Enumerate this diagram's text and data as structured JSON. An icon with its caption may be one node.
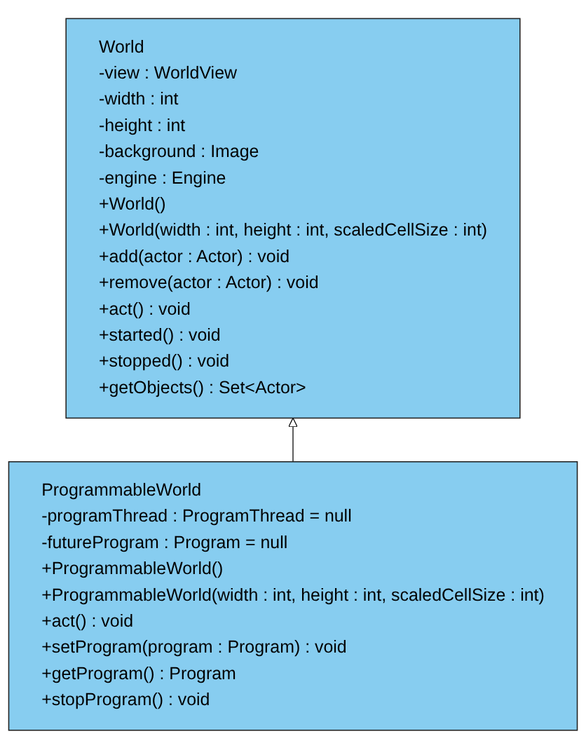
{
  "diagram": {
    "nodes": [
      {
        "text": [
          "World",
          "-view : WorldView",
          "-width : int",
          "-height : int",
          "-background : Image",
          "-engine : Engine",
          "+World()",
          "+World(width : int, height : int, scaledCellSize : int)",
          "+add(actor : Actor) : void",
          "+remove(actor : Actor) : void",
          "+act() : void",
          "+started() : void",
          "+stopped() : void",
          "+getObjects() : Set<Actor>"
        ]
      },
      {
        "text": [
          "ProgrammableWorld",
          "-programThread : ProgramThread = null",
          "-futureProgram : Program = null",
          "+ProgrammableWorld()",
          "+ProgrammableWorld(width : int, height : int, scaledCellSize : int)",
          "+act() : void",
          "+setProgram(program : Program) : void",
          "+getProgram() : Program",
          "+stopProgram() : void"
        ]
      }
    ],
    "edges": [
      {
        "from": 1,
        "to": 0,
        "arrow": "to"
      }
    ]
  }
}
